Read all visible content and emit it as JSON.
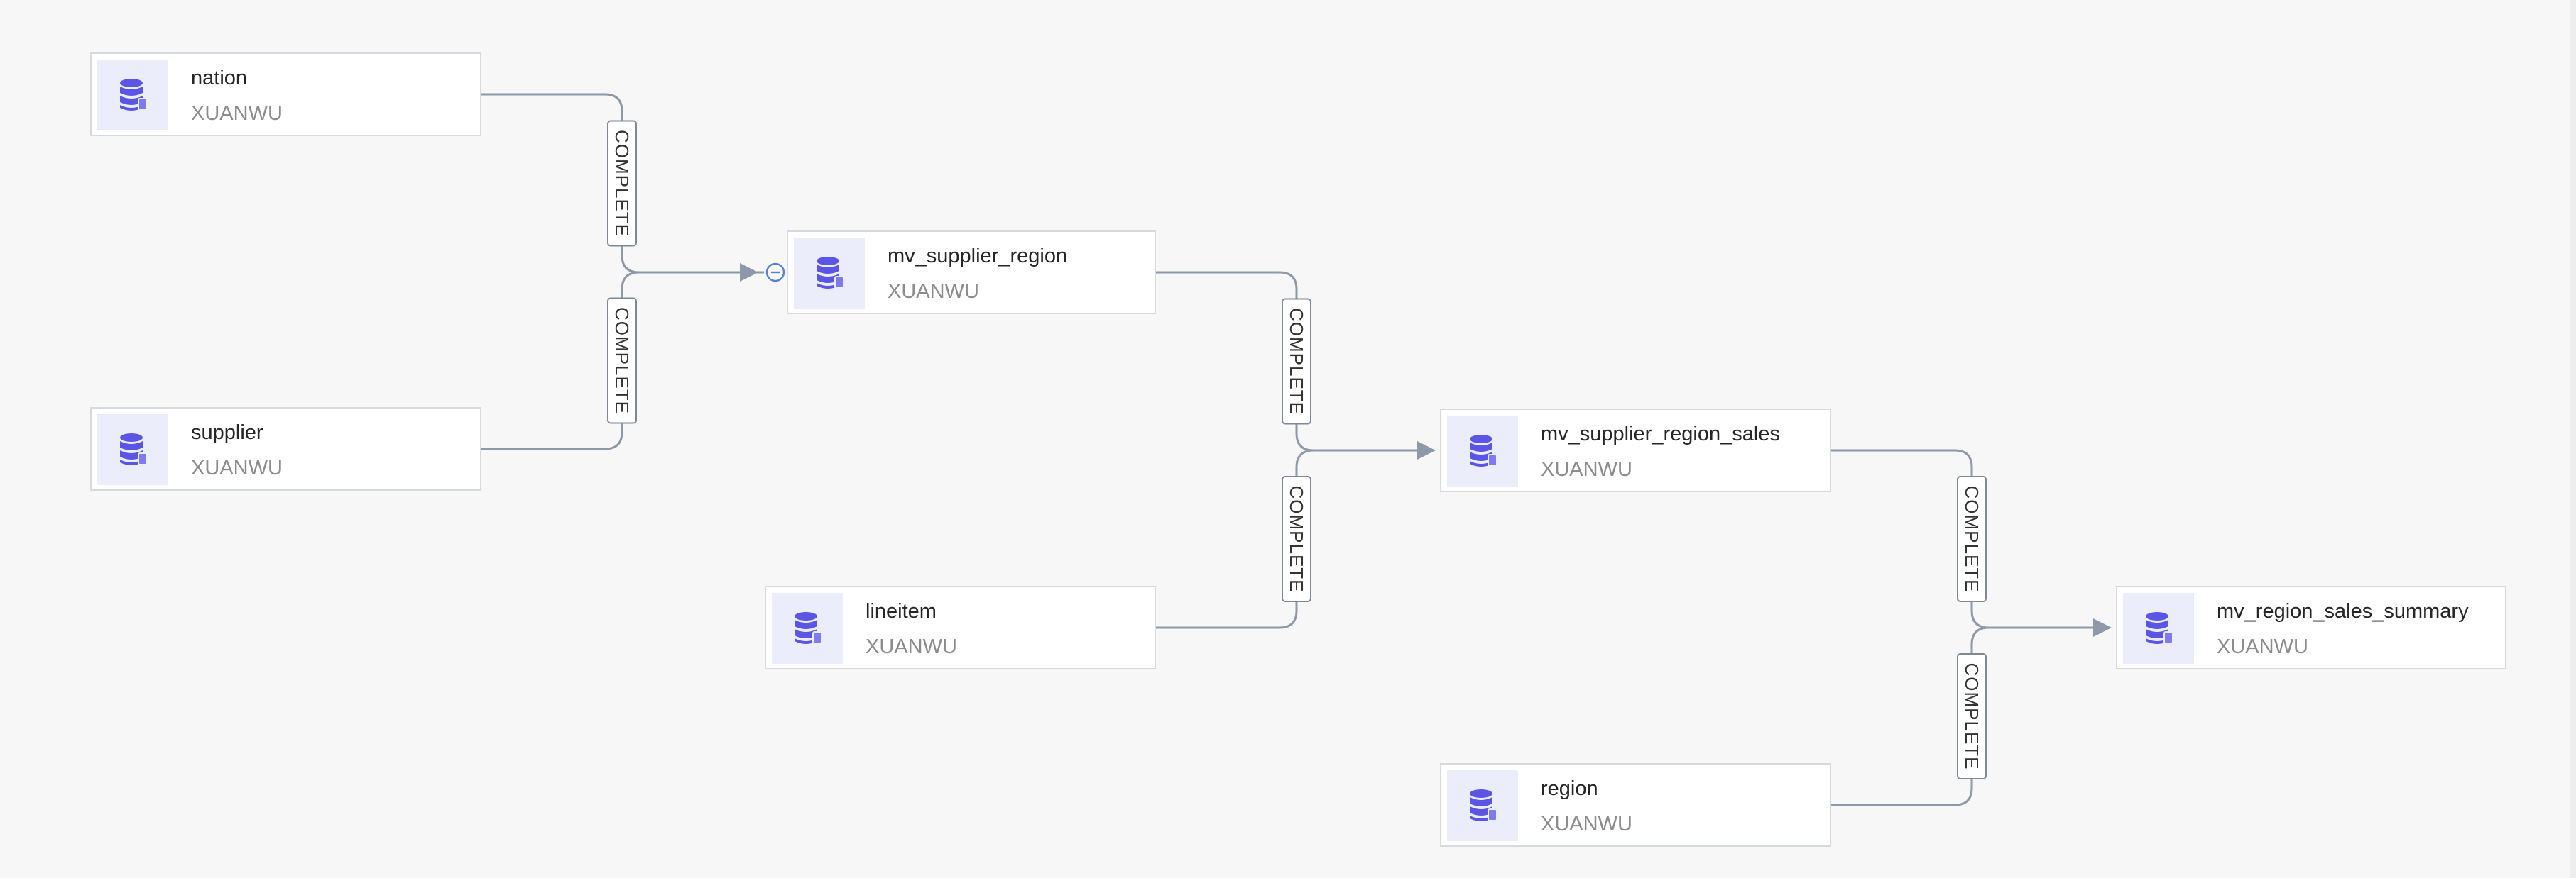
{
  "nodes": [
    {
      "id": "nation",
      "title": "nation",
      "subtitle": "XUANWU",
      "icon": "database-icon"
    },
    {
      "id": "supplier",
      "title": "supplier",
      "subtitle": "XUANWU",
      "icon": "database-icon"
    },
    {
      "id": "mv_supplier_region",
      "title": "mv_supplier_region",
      "subtitle": "XUANWU",
      "icon": "database-icon"
    },
    {
      "id": "lineitem",
      "title": "lineitem",
      "subtitle": "XUANWU",
      "icon": "database-icon"
    },
    {
      "id": "mv_supplier_region_sales",
      "title": "mv_supplier_region_sales",
      "subtitle": "XUANWU",
      "icon": "database-icon"
    },
    {
      "id": "region",
      "title": "region",
      "subtitle": "XUANWU",
      "icon": "database-icon"
    },
    {
      "id": "mv_region_sales_summary",
      "title": "mv_region_sales_summary",
      "subtitle": "XUANWU",
      "icon": "database-icon"
    }
  ],
  "edges": [
    {
      "from": "nation",
      "to": "mv_supplier_region",
      "label": "COMPLETE"
    },
    {
      "from": "supplier",
      "to": "mv_supplier_region",
      "label": "COMPLETE"
    },
    {
      "from": "mv_supplier_region",
      "to": "mv_supplier_region_sales",
      "label": "COMPLETE"
    },
    {
      "from": "lineitem",
      "to": "mv_supplier_region_sales",
      "label": "COMPLETE"
    },
    {
      "from": "mv_supplier_region_sales",
      "to": "mv_region_sales_summary",
      "label": "COMPLETE"
    },
    {
      "from": "region",
      "to": "mv_region_sales_summary",
      "label": "COMPLETE"
    }
  ],
  "collapse_marker_on": "mv_supplier_region",
  "colors": {
    "icon": "#5b55e6",
    "icon_bg": "#ebedfb",
    "edge": "#8d99a8",
    "marker": "#5b7fd6"
  }
}
